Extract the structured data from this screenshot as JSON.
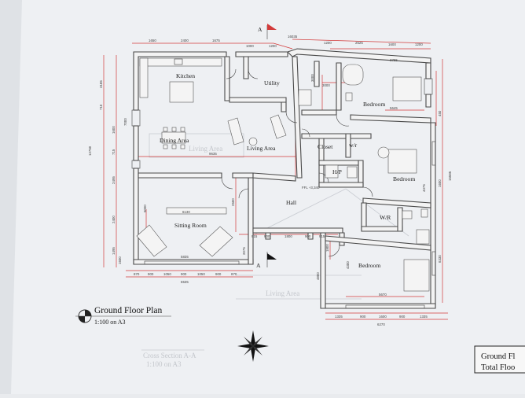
{
  "drawing": {
    "title": "Ground Floor Plan",
    "scale_note": "1:100 on A3",
    "corner_box": [
      "Ground Fl",
      "Total Floo"
    ],
    "section_label": "Cross Section A-A",
    "section_scale": "1:100 on A3",
    "section_marker": "A",
    "ghost_labels": [
      "Living Area",
      "Living Area"
    ]
  },
  "rooms": {
    "kitchen": "Kitchen",
    "utility": "Utility",
    "bedroom1": "Bedroom",
    "dining": "Dining Area",
    "living": "Living Area",
    "closet": "Closet",
    "wr1": "w/r",
    "hp": "H/P",
    "bedroom2": "Bedroom",
    "hall": "Hall",
    "wr2": "W/R",
    "sitting": "Sitting Room",
    "bedroom3": "Bedroom"
  },
  "dimensions": {
    "top": [
      "1650",
      "2400",
      "1675",
      "1000",
      "1200",
      "16035",
      "1200",
      "2525",
      "1600",
      "1200"
    ],
    "top_inner": [
      "3785"
    ],
    "left": [
      "3185",
      "710",
      "7000",
      "1600",
      "715",
      "12750",
      "2495",
      "5000",
      "2400",
      "1495",
      "1600"
    ],
    "right": [
      "450",
      "4375",
      "15585",
      "1600",
      "6330"
    ],
    "interior": [
      "3000",
      "3000",
      "5645",
      "9635",
      "6130",
      "2500",
      "900",
      "1800",
      "900",
      "915",
      "915",
      "2075",
      "1800",
      "4300",
      "4800",
      "5670",
      "FFL +3,340"
    ],
    "bottom_left": [
      "870",
      "900",
      "1050",
      "900",
      "1050",
      "900",
      "870"
    ],
    "bottom_left_total": [
      "5835",
      "6535"
    ],
    "bottom_right": [
      "1335",
      "900",
      "1600",
      "900",
      "1335"
    ],
    "bottom_right_total": [
      "6270"
    ]
  }
}
